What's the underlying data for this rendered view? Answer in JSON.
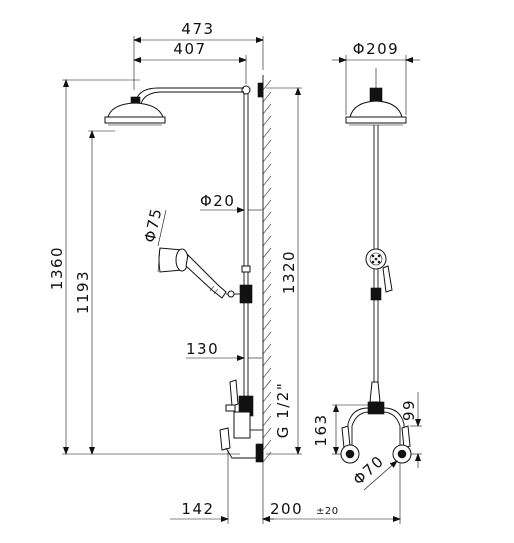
{
  "dimensions": {
    "overall_reach": "473",
    "arm_reach": "407",
    "head_diameter": "Φ209",
    "total_height": "1360",
    "head_height": "1193",
    "rail_height": "1320",
    "rail_diameter": "Φ20",
    "handshower_diameter": "Φ75",
    "mixer_offset": "130",
    "thread": "G 1/2\"",
    "floor_offset": "142",
    "spout_projection": "200",
    "tolerance": "±20",
    "mixer_height": "163",
    "handle_height": "99",
    "rosette_diameter": "Φ70"
  }
}
